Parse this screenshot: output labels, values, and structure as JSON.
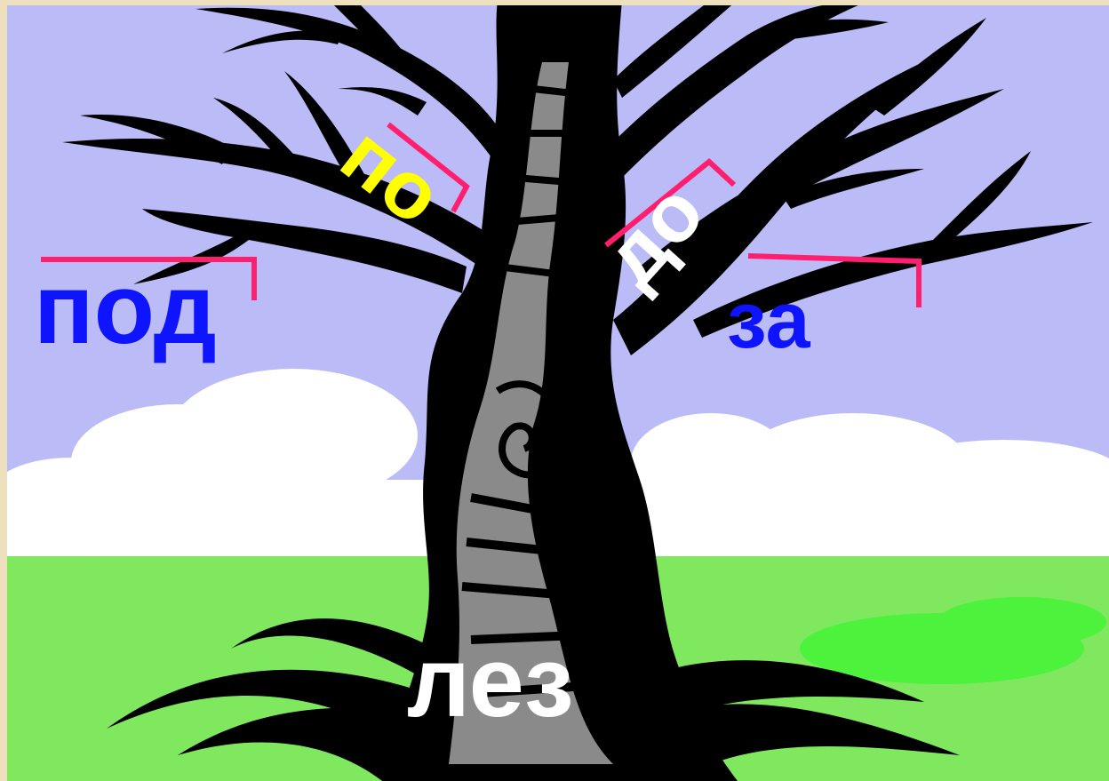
{
  "scene": {
    "colors": {
      "sky": "#babbf7",
      "clouds": "#ffffff",
      "grass": "#7fe85f",
      "grass_light": "#4cf23c",
      "tree_dark": "#000000",
      "tree_bark": "#8a8a8a",
      "bracket": "#ff1f6e",
      "frame": "#efe0bd"
    },
    "words": {
      "pod": "под",
      "za": "за",
      "po": "по",
      "do": "до",
      "lez": "лез"
    },
    "word_colors": {
      "pod": "#0f14ff",
      "za": "#0f14ff",
      "po": "#ffff00",
      "do": "#ffffff",
      "lez": "#ffffff"
    }
  }
}
